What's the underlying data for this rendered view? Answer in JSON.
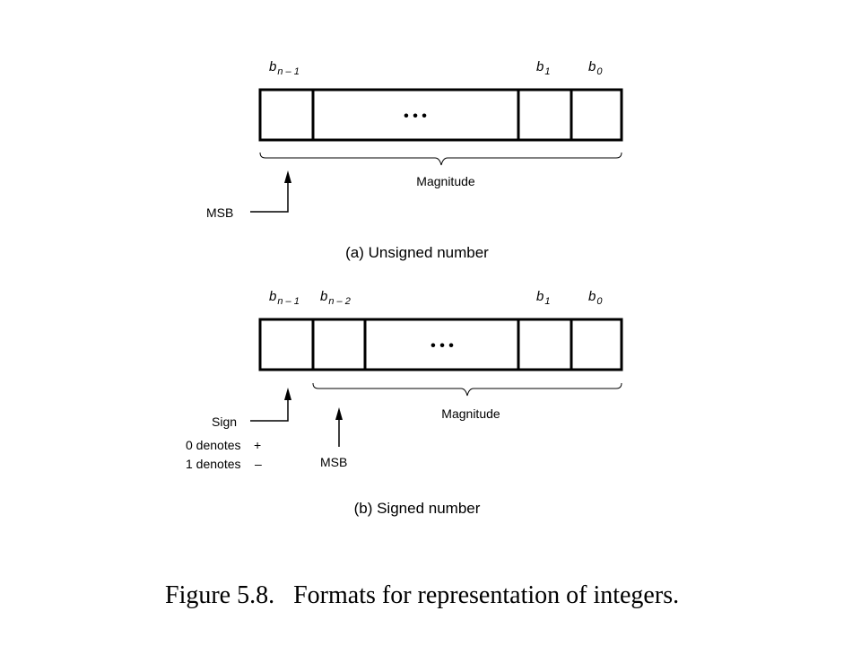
{
  "diagram_a": {
    "bit_msb": {
      "base": "b",
      "sub": "n – 1"
    },
    "bit_1": {
      "base": "b",
      "sub": "1"
    },
    "bit_0": {
      "base": "b",
      "sub": "0"
    },
    "ellipsis": "• • •",
    "magnitude_label": "Magnitude",
    "msb_label": "MSB",
    "caption": "(a) Unsigned number"
  },
  "diagram_b": {
    "bit_msb": {
      "base": "b",
      "sub": "n – 1"
    },
    "bit_n2": {
      "base": "b",
      "sub": "n – 2"
    },
    "bit_1": {
      "base": "b",
      "sub": "1"
    },
    "bit_0": {
      "base": "b",
      "sub": "0"
    },
    "ellipsis": "• • •",
    "magnitude_label": "Magnitude",
    "sign_label": "Sign",
    "sign_0_label": "0 denotes",
    "sign_0_symbol": "+",
    "sign_1_label": "1 denotes",
    "sign_1_symbol": "–",
    "msb_label": "MSB",
    "caption": "(b) Signed number"
  },
  "figure_caption": "Figure 5.8.   Formats for representation of integers."
}
